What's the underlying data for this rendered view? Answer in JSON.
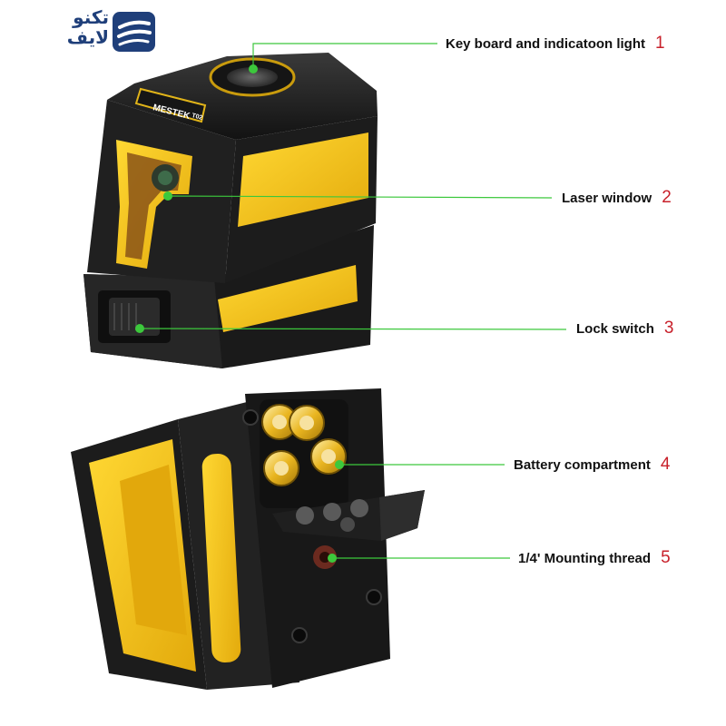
{
  "logo": {
    "line1": "تکنو",
    "line2": "لایف"
  },
  "device_top": {
    "brand_label": "MESTEK",
    "model_label": "T02"
  },
  "callouts": [
    {
      "label": "Key board and indicatoon light",
      "number": "1"
    },
    {
      "label": "Laser window",
      "number": "2"
    },
    {
      "label": "Lock switch",
      "number": "3"
    },
    {
      "label": "Battery compartment",
      "number": "4"
    },
    {
      "label": "1/4' Mounting thread",
      "number": "5"
    }
  ],
  "colors": {
    "accent_yellow": "#f2c318",
    "body_black": "#1e1e1e",
    "leader_green": "#3cc83c",
    "number_red": "#c8202a",
    "logo_blue": "#1f3f7a"
  }
}
